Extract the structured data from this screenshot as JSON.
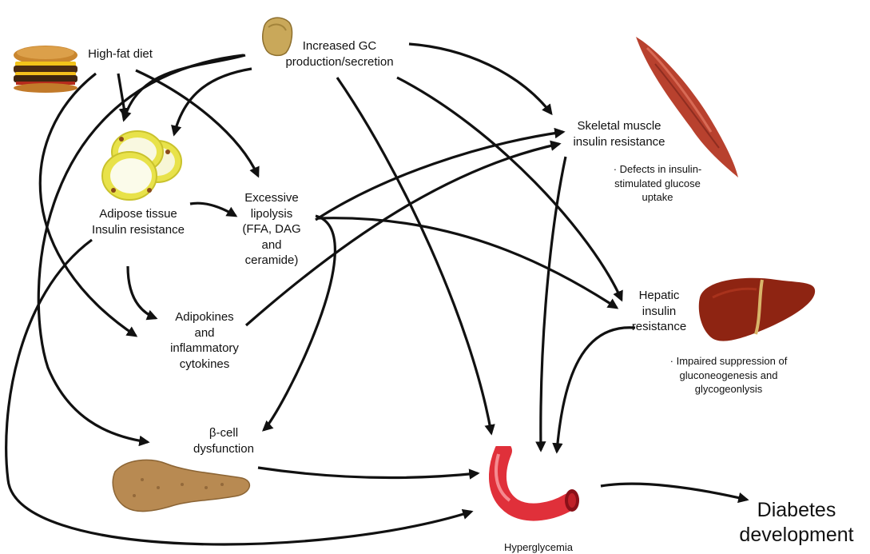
{
  "nodes": {
    "high_fat_diet": "High-fat diet",
    "gc_production": "Increased GC\nproduction/secretion",
    "skeletal_muscle": "Skeletal muscle\ninsulin resistance",
    "muscle_note": "· Defects in insulin-\nstimulated glucose\nuptake",
    "adipose": "Adipose tissue\nInsulin resistance",
    "lipolysis": "Excessive\nlipolysis\n(FFA, DAG\nand\nceramide)",
    "adipokines": "Adipokines\nand\ninflammatory\ncytokines",
    "hepatic": "Hepatic\ninsulin\nresistance",
    "hepatic_note": "· Impaired suppression of\ngluconeogenesis and\nglycogeonlysis",
    "beta_cell": "β-cell\ndysfunction",
    "hyperglycemia": "Hyperglycemia",
    "diabetes": "Diabetes\ndevelopment"
  },
  "icons": [
    "burger-icon",
    "adrenal-gland-icon",
    "muscle-icon",
    "adipocytes-icon",
    "liver-icon",
    "pancreas-icon",
    "blood-vessel-icon"
  ],
  "colors": {
    "arrow": "#111111",
    "muscle": "#b8412e",
    "liver": "#8e2412",
    "pancreas": "#b88a52",
    "adipocyte": "#e8e24a",
    "vessel": "#e0303a"
  }
}
